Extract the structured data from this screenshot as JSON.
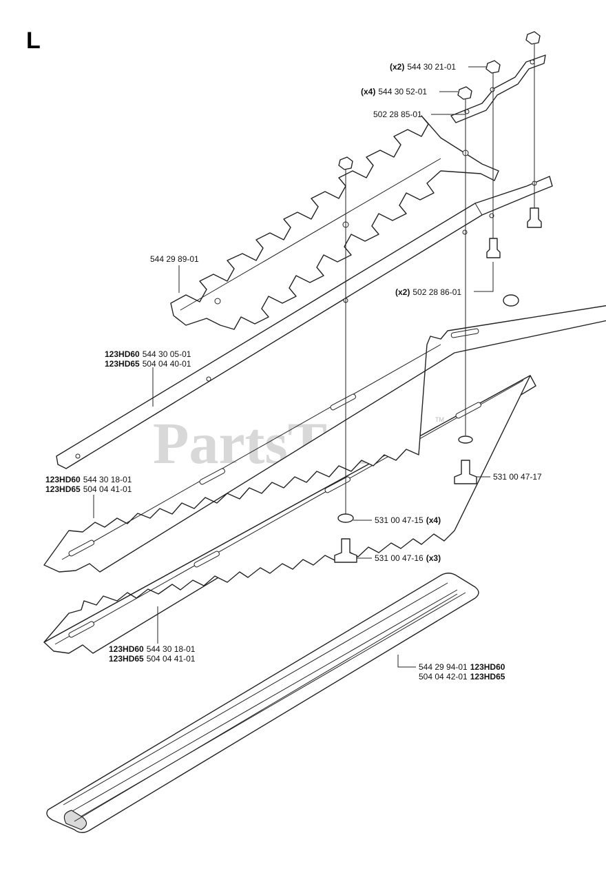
{
  "section_letter": "L",
  "watermark": "PartsTree",
  "watermark_tm": "TM",
  "callouts": {
    "nut_2": {
      "qty": "(x2)",
      "part": "544 30 21-01"
    },
    "nut_4": {
      "qty": "(x4)",
      "part": "544 30 52-01"
    },
    "bracket": {
      "part": "502 28 85-01"
    },
    "upper_blade": {
      "part": "544 29 89-01"
    },
    "screw_2": {
      "qty": "(x2)",
      "part": "502 28 86-01"
    },
    "bar": {
      "model_a": "123HD60",
      "part_a": "544 30 05-01",
      "model_b": "123HD65",
      "part_b": "504 04 40-01"
    },
    "screw_17": {
      "part": "531 00 47-17"
    },
    "blade_1": {
      "model_a": "123HD60",
      "part_a": "544 30 18-01",
      "model_b": "123HD65",
      "part_b": "504 04 41-01"
    },
    "washer_15": {
      "part": "531 00 47-15",
      "qty": "(x4)"
    },
    "screw_16": {
      "part": "531 00 47-16",
      "qty": "(x3)"
    },
    "blade_2": {
      "model_a": "123HD60",
      "part_a": "544 30 18-01",
      "model_b": "123HD65",
      "part_b": "504 04 41-01"
    },
    "guard": {
      "part_a": "544 29 94-01",
      "model_a": "123HD60",
      "part_b": "504 04 42-01",
      "model_b": "123HD65"
    }
  }
}
